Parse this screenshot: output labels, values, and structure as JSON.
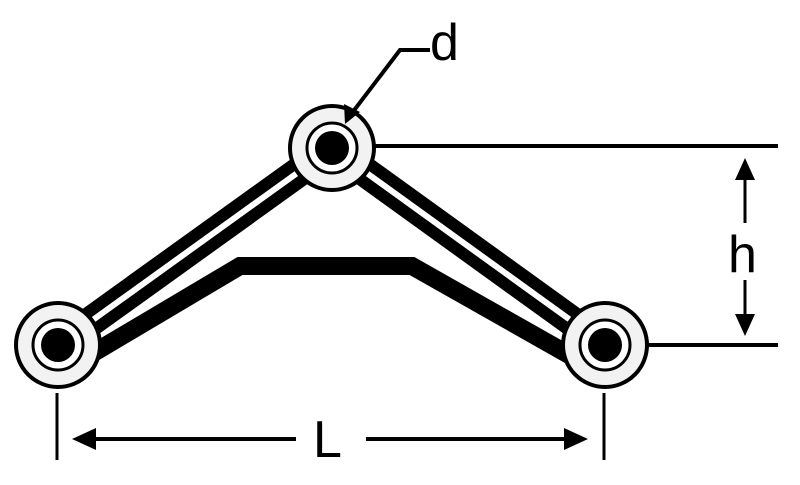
{
  "diagram": {
    "labels": {
      "d": "d",
      "h": "h",
      "L": "L"
    },
    "colors": {
      "ink": "#000000",
      "pin_fill": "#f2f2f2",
      "background": "#ffffff"
    }
  }
}
